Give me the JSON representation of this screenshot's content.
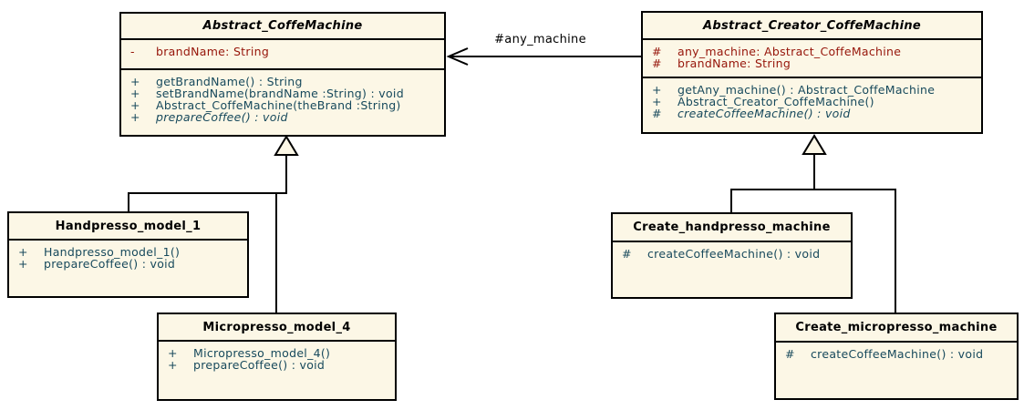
{
  "diagram": {
    "association": {
      "label": "#any_machine",
      "from": "Abstract_Creator_CoffeMachine",
      "to": "Abstract_CoffeMachine"
    },
    "generalizations": [
      {
        "parent": "Abstract_CoffeMachine",
        "children": [
          "Handpresso_model_1",
          "Micropresso_model_4"
        ]
      },
      {
        "parent": "Abstract_Creator_CoffeMachine",
        "children": [
          "Create_handpresso_machine",
          "Create_micropresso_machine"
        ]
      }
    ],
    "classes": {
      "coffemachine": {
        "name": "Abstract_CoffeMachine",
        "abstract": true,
        "attributes": [
          {
            "vis": "-",
            "text": "brandName: String"
          }
        ],
        "methods": [
          {
            "vis": "+",
            "text": "getBrandName() : String"
          },
          {
            "vis": "+",
            "text": "setBrandName(brandName :String) : void"
          },
          {
            "vis": "+",
            "text": "Abstract_CoffeMachine(theBrand :String)"
          },
          {
            "vis": "+",
            "text": "prepareCoffee() : void",
            "abstract": true
          }
        ]
      },
      "creator": {
        "name": "Abstract_Creator_CoffeMachine",
        "abstract": true,
        "attributes": [
          {
            "vis": "#",
            "text": "any_machine: Abstract_CoffeMachine"
          },
          {
            "vis": "#",
            "text": "brandName: String"
          }
        ],
        "methods": [
          {
            "vis": "+",
            "text": "getAny_machine() : Abstract_CoffeMachine"
          },
          {
            "vis": "+",
            "text": "Abstract_Creator_CoffeMachine()"
          },
          {
            "vis": "#",
            "text": "createCoffeeMachine() : void",
            "abstract": true
          }
        ]
      },
      "handpresso": {
        "name": "Handpresso_model_1",
        "abstract": false,
        "methods": [
          {
            "vis": "+",
            "text": "Handpresso_model_1()"
          },
          {
            "vis": "+",
            "text": "prepareCoffee() : void"
          }
        ]
      },
      "micropresso": {
        "name": "Micropresso_model_4",
        "abstract": false,
        "methods": [
          {
            "vis": "+",
            "text": "Micropresso_model_4()"
          },
          {
            "vis": "+",
            "text": "prepareCoffee() : void"
          }
        ]
      },
      "create_handpresso": {
        "name": "Create_handpresso_machine",
        "abstract": false,
        "methods": [
          {
            "vis": "#",
            "text": "createCoffeeMachine() : void"
          }
        ]
      },
      "create_micropresso": {
        "name": "Create_micropresso_machine",
        "abstract": false,
        "methods": [
          {
            "vis": "#",
            "text": "createCoffeeMachine() : void"
          }
        ]
      }
    },
    "colors": {
      "box_fill": "#FCF7E6",
      "box_border": "#000000",
      "attribute_text": "#96150A",
      "method_text": "#17495C",
      "title_text": "#000000",
      "background": "#FFFFFF"
    }
  }
}
